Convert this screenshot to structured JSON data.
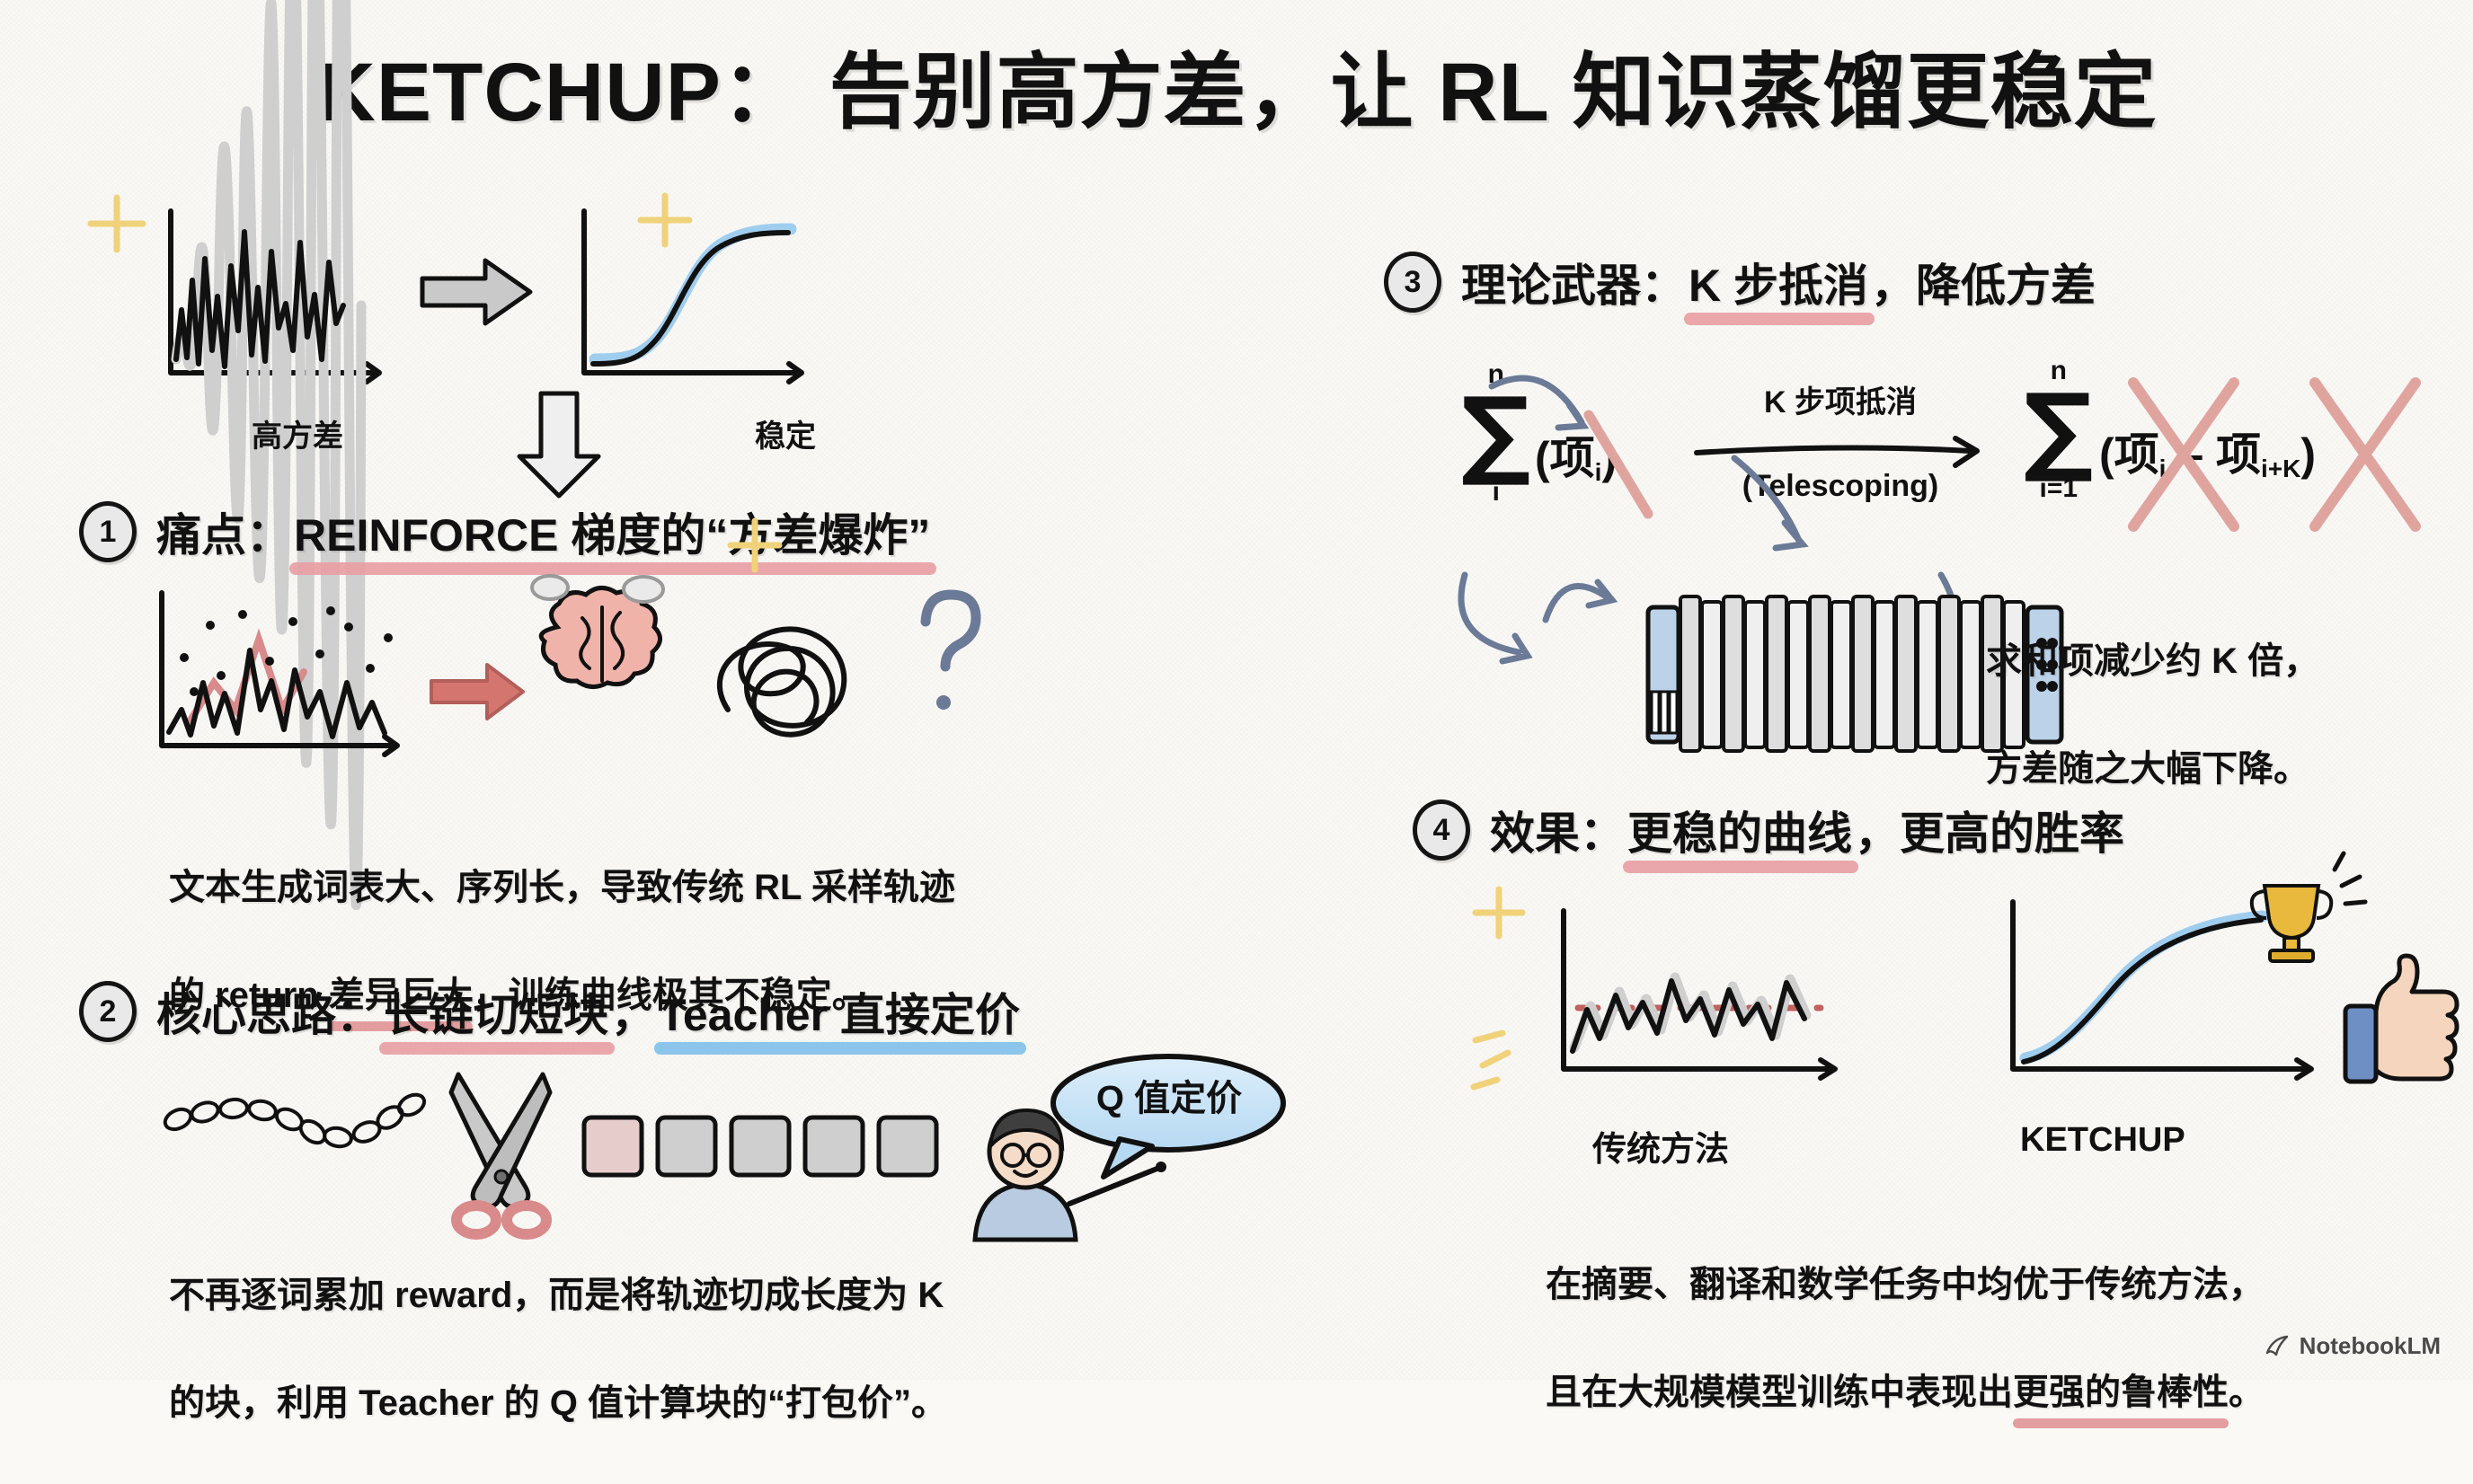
{
  "title": "KETCHUP： 告别高方差，让 RL 知识蒸馏更稳定",
  "top_sketch": {
    "left_caption": "高方差",
    "right_caption": "稳定"
  },
  "sections": [
    {
      "number": "1",
      "title_plain": "痛点：",
      "title_highlight": "REINFORCE 梯度的“方差爆炸”",
      "title_full": "痛点： REINFORCE 梯度的“方差爆炸”",
      "body_line1": "文本生成词表大、序列长，导致传统 RL 采样轨迹",
      "body_line2_a": "的 return ",
      "body_line2_b": "差异巨大",
      "body_line2_c": "，训练曲线极其不稳定。"
    },
    {
      "number": "2",
      "title_prefix": "核心思路：",
      "title_pink": "长链切短块",
      "title_mid": "，",
      "title_blue": "Teacher 直接定价",
      "speech_bubble": "Q 值定价",
      "body_line1": "不再逐词累加 reward，而是将轨迹切成长度为 K",
      "body_line2": "的块，利用 Teacher 的 Q 值计算块的“打包价”。"
    },
    {
      "number": "3",
      "title_prefix": "理论武器：",
      "title_pink": "K 步抵消",
      "title_suffix": "，降低方差",
      "formula": {
        "left_upper": "n",
        "left_lower": "i",
        "left_sigma": "∑",
        "left_term": "(项",
        "left_term_sub": "i",
        "left_term_close": ")",
        "arrow_label_top": "K 步项抵消",
        "arrow_label_bottom": "(Telescoping)",
        "right_upper": "n",
        "right_lower": "i=1",
        "right_sigma": "∑",
        "right_term_open": "(项",
        "right_sub_1": "i",
        "right_minus": " – 项",
        "right_sub_2": "i+K",
        "right_close": ")"
      },
      "note_line1": "求和项减少约 K 倍，",
      "note_line2": "方差随之大幅下降。"
    },
    {
      "number": "4",
      "title_prefix": "效果：",
      "title_pink": "更稳的曲线",
      "title_suffix": "，更高的胜率",
      "chart_left_label": "传统方法",
      "chart_right_label": "KETCHUP",
      "body_line1": "在摘要、翻译和数学任务中均优于传统方法，",
      "body_line2_a": "且在大规模模型训练中表现出",
      "body_line2_b": "更强的鲁棒性",
      "body_line2_c": "。"
    }
  ],
  "watermark": "NotebookLM",
  "colors": {
    "background": "#faf9f6",
    "ink": "#111111",
    "pink_highlight": "#e8a0a4",
    "blue_highlight": "#86c2ea",
    "pink_soft": "#f0c3c3",
    "blue_soft": "#a8d3f0",
    "sketch_shadow": "#cfcfcf",
    "arrow_blue_gray": "#6b7a96",
    "red_arrow": "#d4756f",
    "trophy_gold": "#e8b93c",
    "brain_pink": "#e8a79e"
  },
  "chart_data": [
    {
      "type": "line",
      "title": "高方差 → 稳定 (top sketch)",
      "panels": [
        {
          "name": "高方差",
          "description": "jagged noisy training curve",
          "values": [
            10,
            62,
            18,
            30,
            8,
            70,
            26,
            44,
            38,
            74,
            20,
            58,
            34,
            80,
            12,
            66,
            28,
            52,
            40,
            72,
            16,
            60,
            46
          ]
        },
        {
          "name": "稳定",
          "description": "smooth S-shaped saturating curve with blue shadow",
          "values": [
            5,
            6,
            9,
            16,
            30,
            50,
            68,
            80,
            87,
            90,
            91
          ]
        }
      ]
    },
    {
      "type": "line",
      "title": "① 痛点 sketch — exploding variance scatter",
      "description": "noisy spiky curve with red spike region and scattered dots",
      "values": [
        14,
        30,
        20,
        52,
        26,
        78,
        34,
        60,
        22,
        46,
        18,
        40,
        28
      ]
    },
    {
      "type": "line",
      "title": "④ 效果：传统方法 vs KETCHUP",
      "series": [
        {
          "name": "传统方法",
          "description": "noisy curve oscillating around a dashed red mean",
          "values": [
            18,
            46,
            24,
            60,
            30,
            52,
            36,
            70,
            28,
            58,
            34,
            64,
            26,
            72,
            40
          ]
        },
        {
          "name": "KETCHUP",
          "description": "smooth rising saturating curve with blue shadow ending at trophy",
          "values": [
            6,
            22,
            42,
            60,
            72,
            80,
            85,
            88,
            90,
            91
          ]
        }
      ],
      "xlabel": "",
      "ylabel": "",
      "legend": [
        "传统方法",
        "KETCHUP"
      ]
    }
  ]
}
